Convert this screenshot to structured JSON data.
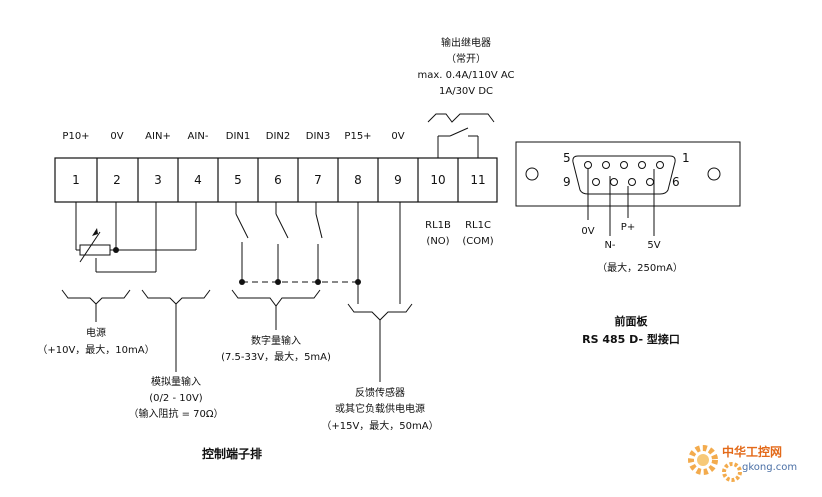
{
  "relay": {
    "title": "输出继电器",
    "state": "（常开）",
    "rating_ac": "max. 0.4A/110V AC",
    "rating_dc": "1A/30V DC"
  },
  "terminals": [
    {
      "num": "1",
      "label": "P10+"
    },
    {
      "num": "2",
      "label": "0V"
    },
    {
      "num": "3",
      "label": "AIN+"
    },
    {
      "num": "4",
      "label": "AIN-"
    },
    {
      "num": "5",
      "label": "DIN1"
    },
    {
      "num": "6",
      "label": "DIN2"
    },
    {
      "num": "7",
      "label": "DIN3"
    },
    {
      "num": "8",
      "label": "P15+"
    },
    {
      "num": "9",
      "label": "0V"
    },
    {
      "num": "10",
      "label": ""
    },
    {
      "num": "11",
      "label": ""
    }
  ],
  "relay_terminals": {
    "rl1b": "RL1B",
    "rl1b_sub": "(NO)",
    "rl1c": "RL1C",
    "rl1c_sub": "(COM)"
  },
  "groups": {
    "power_title": "电源",
    "power_spec": "（+10V，最大，10mA）",
    "analog_title": "模拟量输入",
    "analog_range": "(0/2 - 10V)",
    "analog_impedance": "（输入阻抗 = 70Ω）",
    "digital_title": "数字量输入",
    "digital_spec": "(7.5-33V，最大，5mA)",
    "feedback_title": "反馈传感器",
    "feedback_sub": "或其它负载供电电源",
    "feedback_spec": "（+15V，最大，50mA）"
  },
  "strip_title": "控制端子排",
  "connector": {
    "pin_left_num": "5",
    "pin_right_num": "1",
    "row2_left_num": "9",
    "row2_right_num": "6",
    "pin_0v": "0V",
    "pin_n": "N-",
    "pin_p": "P+",
    "pin_5v": "5V",
    "spec": "（最大，250mA）",
    "panel_title": "前面板",
    "panel_subtitle": "RS 485 D- 型接口"
  },
  "watermark": {
    "brand": "中华工控网",
    "url": "gkong.com"
  }
}
